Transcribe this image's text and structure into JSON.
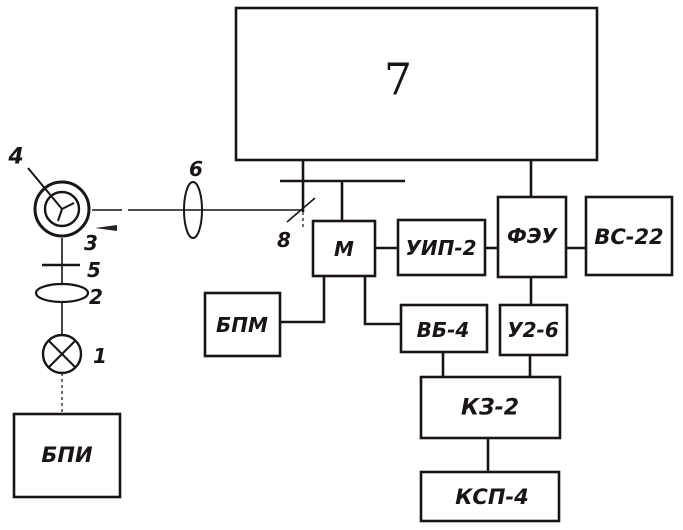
{
  "diagram": {
    "type": "block-diagram",
    "blocks": {
      "main_unit": "7",
      "monochromator": "М",
      "uip": "УИП-2",
      "feu": "ФЭУ",
      "vs": "ВС-22",
      "bpm": "БПМ",
      "vb": "ВБ-4",
      "u2": "У2-6",
      "kz": "КЗ-2",
      "ksp": "КСП-4",
      "bpi": "БПИ"
    },
    "optical_labels": {
      "lamp": "1",
      "condenser": "2",
      "slit": "3",
      "cell": "4",
      "filter": "5",
      "lens": "6",
      "mirror": "8"
    },
    "connections": [
      [
        "7",
        "М"
      ],
      [
        "7",
        "ФЭУ"
      ],
      [
        "М",
        "УИП-2"
      ],
      [
        "УИП-2",
        "ФЭУ"
      ],
      [
        "ФЭУ",
        "ВС-22"
      ],
      [
        "ФЭУ",
        "У2-6"
      ],
      [
        "М",
        "БПМ"
      ],
      [
        "М",
        "ВБ-4"
      ],
      [
        "ВБ-4",
        "КЗ-2"
      ],
      [
        "У2-6",
        "КЗ-2"
      ],
      [
        "КЗ-2",
        "КСП-4"
      ],
      [
        "БПИ",
        "1"
      ],
      [
        "1",
        "2"
      ],
      [
        "2",
        "5"
      ],
      [
        "5",
        "4"
      ],
      [
        "4",
        "6"
      ],
      [
        "6",
        "8"
      ]
    ]
  }
}
